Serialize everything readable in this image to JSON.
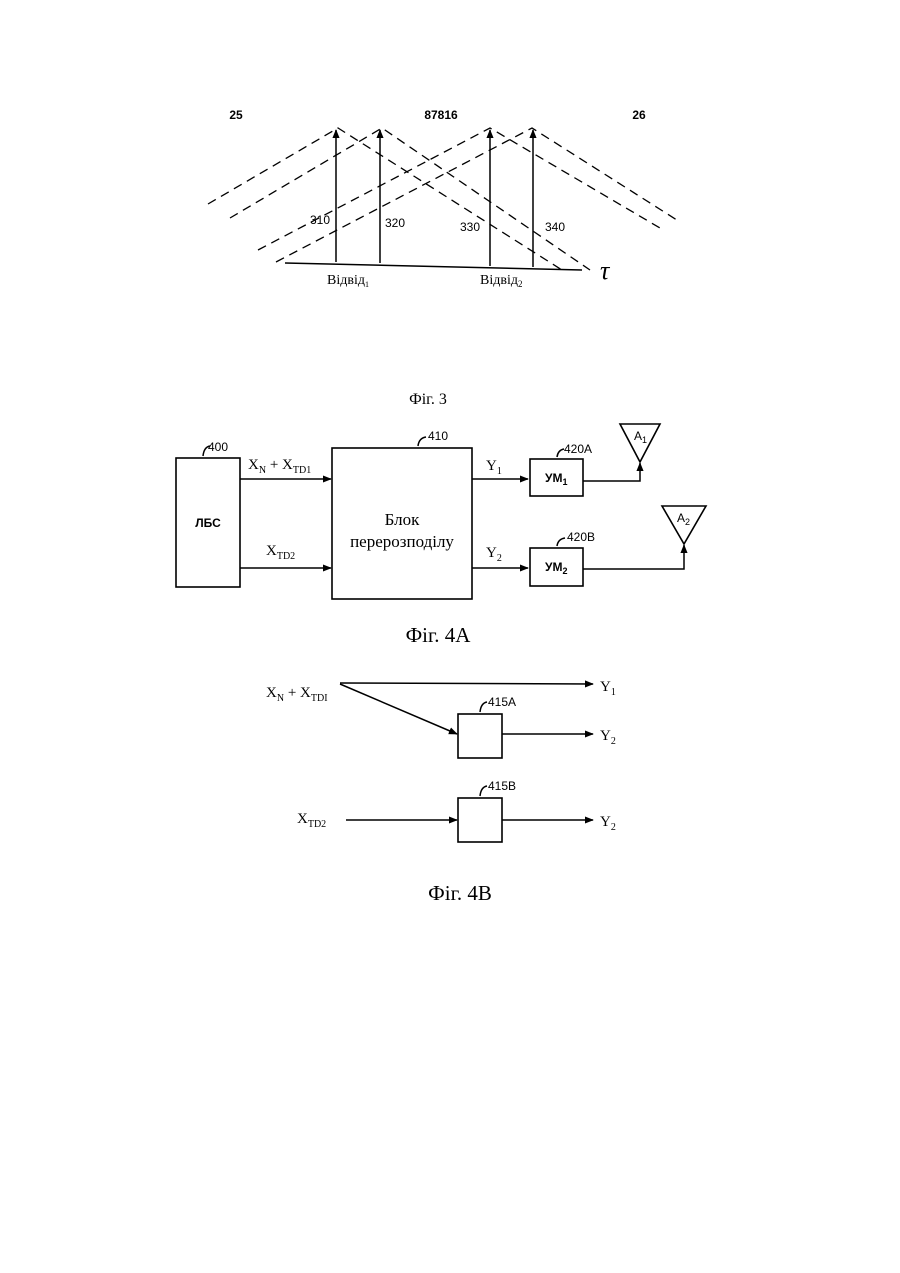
{
  "header": {
    "left_page": "25",
    "patent_number": "87816",
    "right_page": "26"
  },
  "fig3": {
    "caption": "Фіг. 3",
    "axis_symbol": "τ",
    "arrow_labels": [
      "310",
      "320",
      "330",
      "340"
    ],
    "tap1": {
      "text": "Відвід",
      "sub": "1"
    },
    "tap2": {
      "text": "Відвід",
      "sub": "2"
    }
  },
  "fig4a": {
    "caption": "Фіг. 4А",
    "source_ref": "400",
    "source_label": "ЛБС",
    "input1": {
      "x": "X",
      "sub_n": "N",
      "plus": " + X",
      "sub_td1": "TD1"
    },
    "input2": {
      "x": "X",
      "sub": "TD2"
    },
    "redistribution_ref": "410",
    "redistribution_line1": "Блок",
    "redistribution_line2": "перерозподілу",
    "out1": {
      "y": "Y",
      "sub": "1"
    },
    "out2": {
      "y": "Y",
      "sub": "2"
    },
    "amp1_ref": "420A",
    "amp1": {
      "text": "УМ",
      "sub": "1"
    },
    "amp2_ref": "420B",
    "amp2": {
      "text": "УМ",
      "sub": "2"
    },
    "ant1": {
      "text": "A",
      "sub": "1"
    },
    "ant2": {
      "text": "A",
      "sub": "2"
    }
  },
  "fig4b": {
    "caption": "Фіг. 4B",
    "input1": {
      "x": "X",
      "sub_n": "N",
      "plus": " + X",
      "sub_td1": "TDI"
    },
    "input2": {
      "x": "X",
      "sub": "TD2"
    },
    "block_a_ref": "415A",
    "block_b_ref": "415B",
    "out_top": {
      "y": "Y",
      "sub": "1"
    },
    "out_mid": {
      "y": "Y",
      "sub": "2"
    },
    "out_bot": {
      "y": "Y",
      "sub": "2"
    }
  }
}
